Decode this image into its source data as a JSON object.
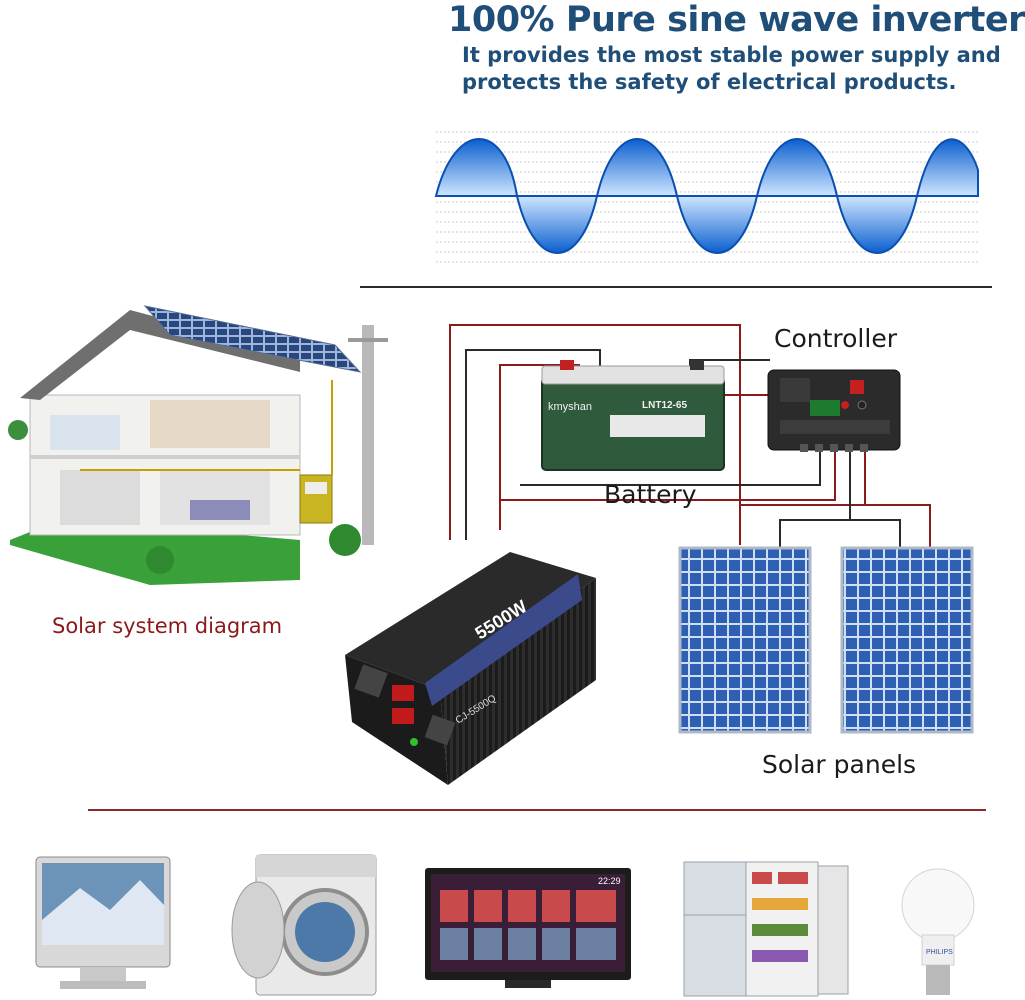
{
  "header": {
    "title": "100% Pure sine wave inverter",
    "subtitle_line1": "It provides the most stable power supply and",
    "subtitle_line2": "protects the safety of electrical products."
  },
  "labels": {
    "solar_system": "Solar system diagram",
    "controller": "Controller",
    "battery": "Battery",
    "solar_panels": "Solar panels"
  },
  "inverter": {
    "power": "5500W",
    "model": "CJ-5500Q"
  },
  "battery": {
    "brand": "kmyshan",
    "model": "LNT12-65"
  },
  "tv": {
    "clock": "22:29"
  },
  "lamp": {
    "brand": "PHILIPS"
  },
  "colors": {
    "headline": "#1f4e79",
    "wave": "#1f6fd1",
    "wire_red": "#8b1a1a",
    "divider": "#8b2a2a"
  },
  "icons": [
    "house-illustration",
    "sine-wave",
    "battery-icon",
    "controller-icon",
    "solar-panel-icon",
    "inverter-icon",
    "computer-icon",
    "washing-machine-icon",
    "tv-icon",
    "refrigerator-icon",
    "light-bulb-icon"
  ]
}
